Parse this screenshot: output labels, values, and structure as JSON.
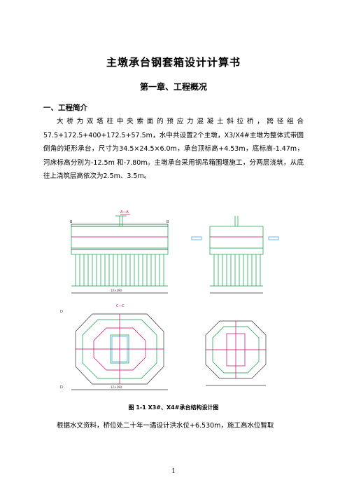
{
  "doc": {
    "title": "主墩承台钢套箱设计计算书",
    "chapter": "第一章、工程概况",
    "section": "一、工程简介",
    "para1": "大桥为双塔柱中央索面的预应力混凝土斜拉桥，跨径组合57.5+172.5+400+172.5+57.5m，水中共设置2个主墩，X3/X4#主墩为整体式带圆倒角的矩形承台，尺寸为34.5×24.5×6.0m，承台顶标高+4.53m，底标高-1.47m，河床标高分别为-12.5m 和-7.80m。主墩承台采用钢吊箱围堰施工，分两层浇筑，从底往上浇筑层高依次为2.5m、3.5m。",
    "caption": "图 1-1 X3#、X4#承台结构设计图",
    "para2": "根据水文资料，桥位处二十年一遇设计洪水位+6.530m，施工高水位暂取",
    "page_number": "1"
  },
  "drawing": {
    "line_color": "#00a040",
    "accent_color": "#cc0066",
    "note_color": "#3399ff",
    "labels": [
      "A—A",
      "B",
      "B",
      "C—C",
      "12×290",
      "D",
      "D"
    ]
  }
}
